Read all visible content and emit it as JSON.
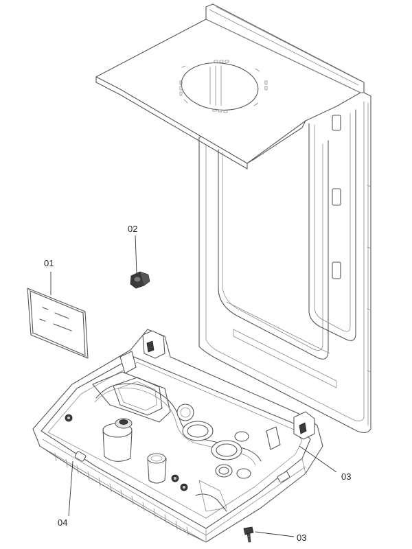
{
  "callouts": {
    "c01": "01",
    "c02": "02",
    "c03a": "03",
    "c03b": "03",
    "c04": "04"
  },
  "colors": {
    "line": "#555555",
    "background": "#ffffff",
    "part_dark": "#3a3a3a"
  }
}
